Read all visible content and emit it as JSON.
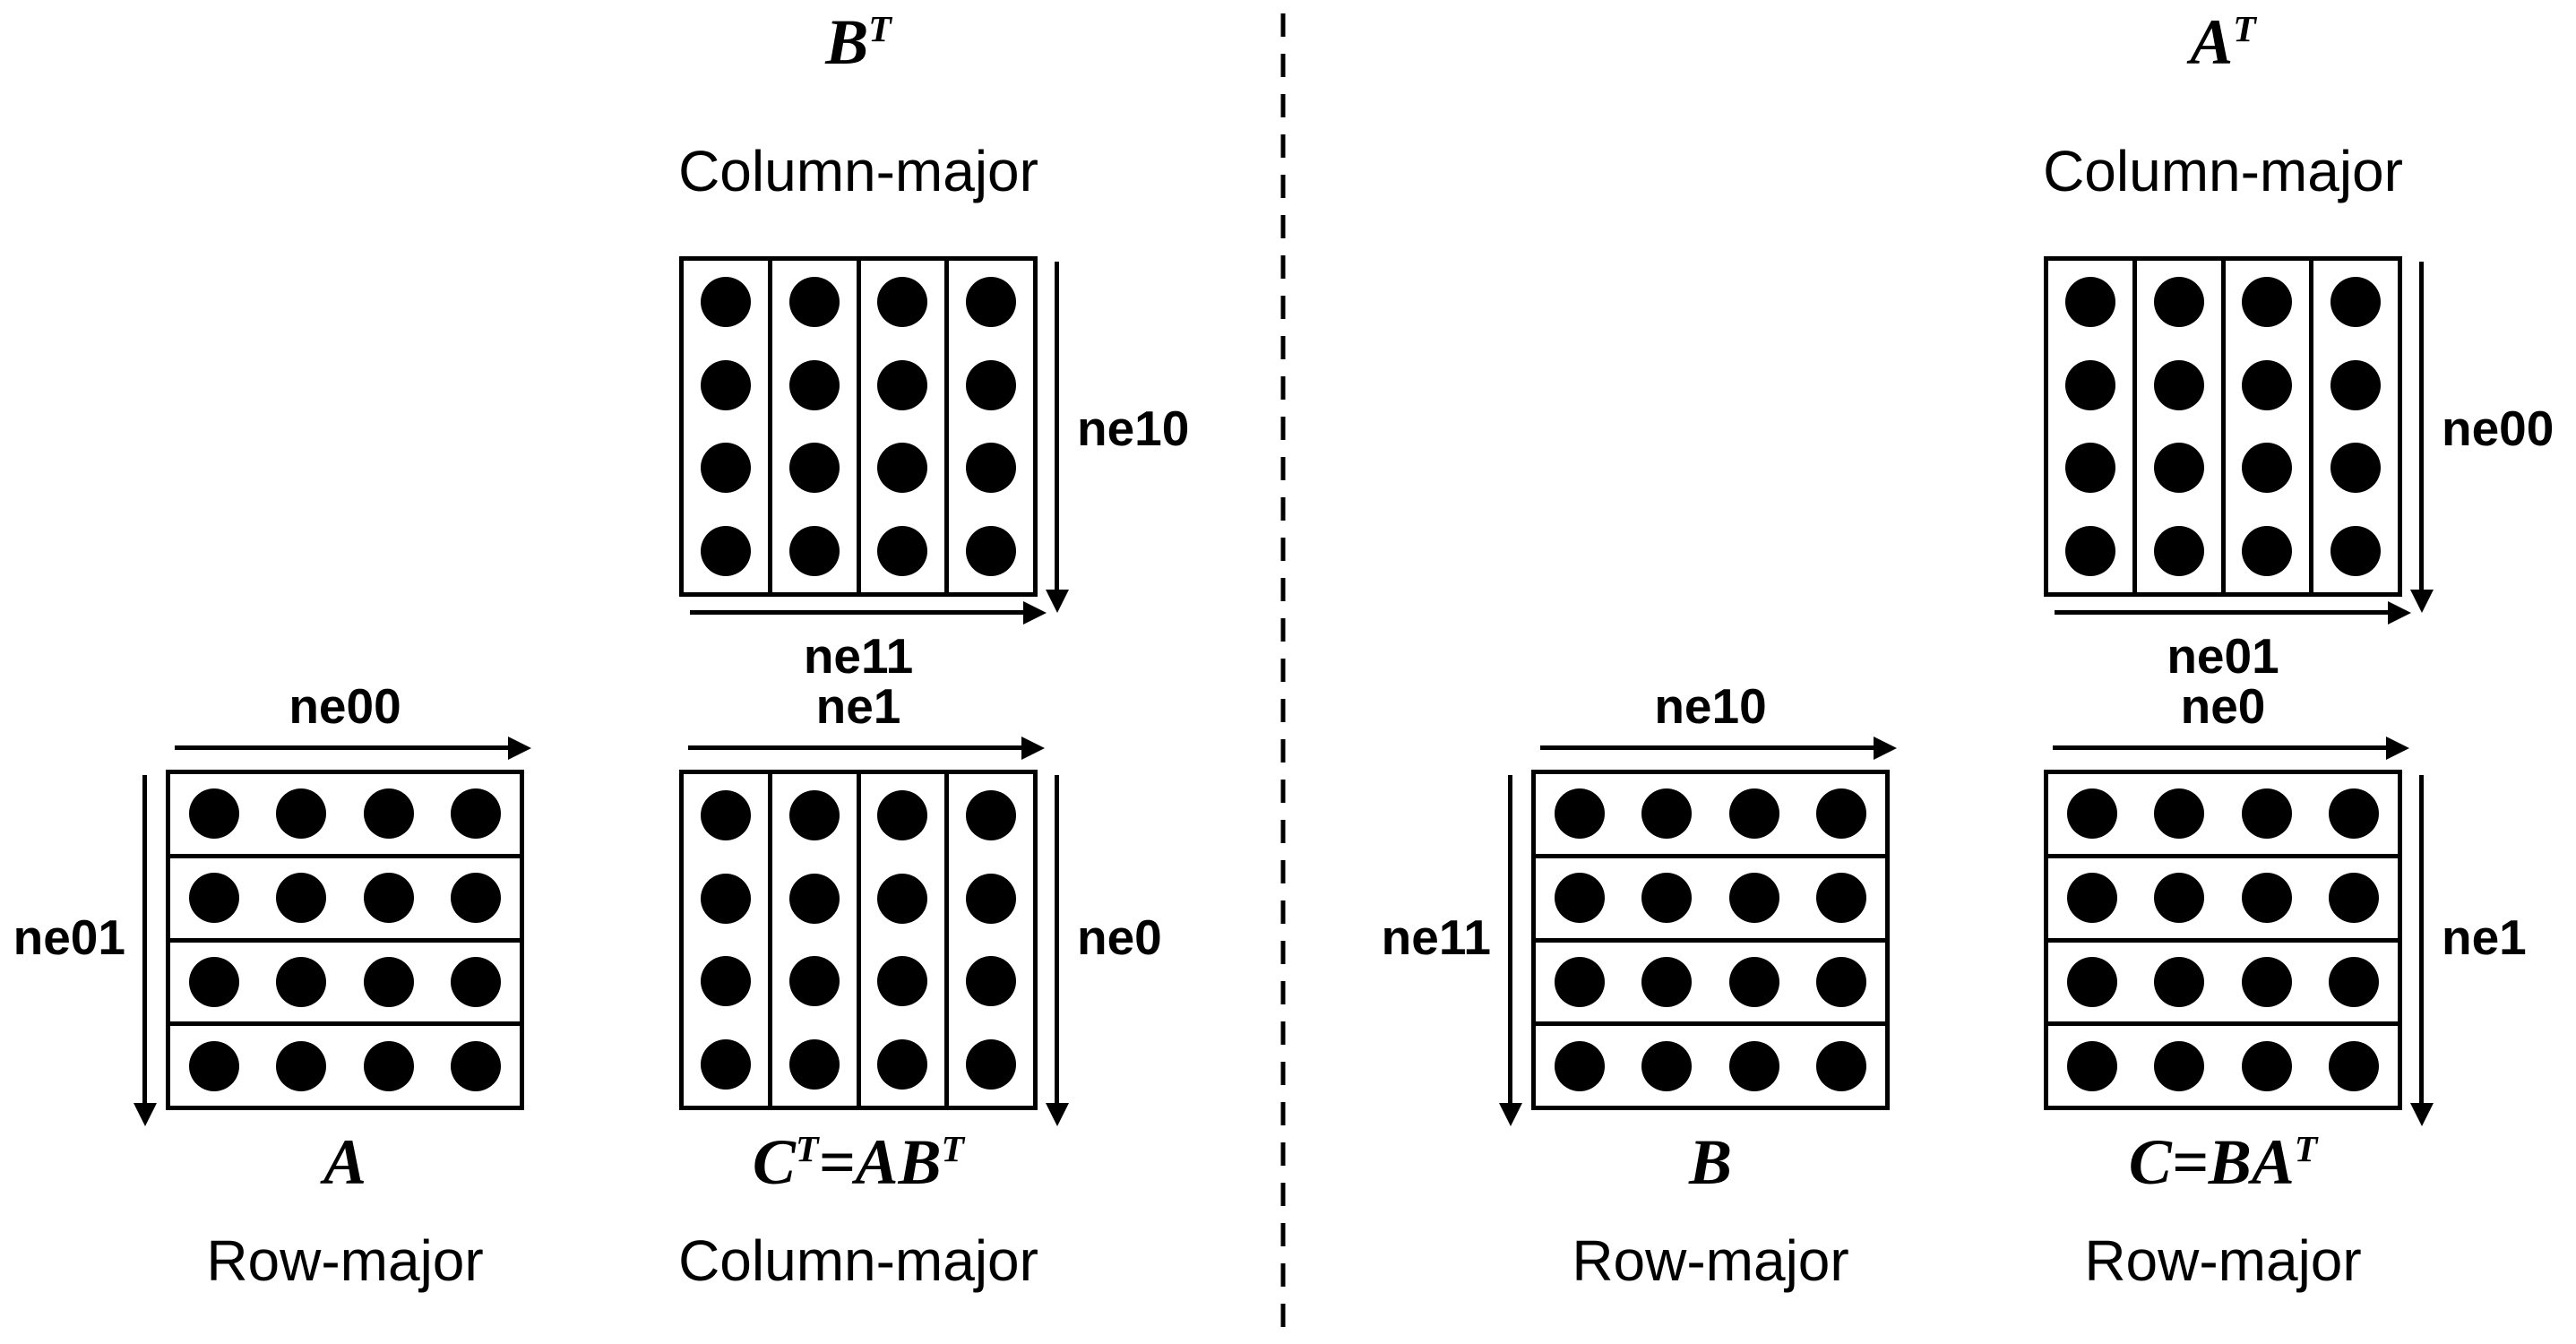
{
  "colors": {
    "foreground": "#000000",
    "background": "#ffffff"
  },
  "matrix": {
    "rows": 4,
    "cols": 4
  },
  "left_panel": {
    "bt": {
      "name": [
        [
          "B",
          "T"
        ]
      ],
      "layout": "Column-major",
      "right_arrow_label": "ne10",
      "bottom_arrow_label": "ne11"
    },
    "a": {
      "name": [
        [
          "A",
          ""
        ]
      ],
      "layout": "Row-major",
      "top_arrow_label": "ne00",
      "left_arrow_label": "ne01"
    },
    "ct": {
      "name": [
        [
          "C",
          "T"
        ],
        [
          "=AB",
          "T"
        ]
      ],
      "layout": "Column-major",
      "top_arrow_label": "ne1",
      "right_arrow_label": "ne0"
    }
  },
  "right_panel": {
    "at": {
      "name": [
        [
          "A",
          "T"
        ]
      ],
      "layout": "Column-major",
      "right_arrow_label": "ne00",
      "bottom_arrow_label": "ne01"
    },
    "b": {
      "name": [
        [
          "B",
          ""
        ]
      ],
      "layout": "Row-major",
      "top_arrow_label": "ne10",
      "left_arrow_label": "ne11"
    },
    "c": {
      "name": [
        [
          "C",
          ""
        ],
        [
          "=BA",
          "T"
        ]
      ],
      "layout": "Row-major",
      "top_arrow_label": "ne0",
      "right_arrow_label": "ne1"
    }
  }
}
